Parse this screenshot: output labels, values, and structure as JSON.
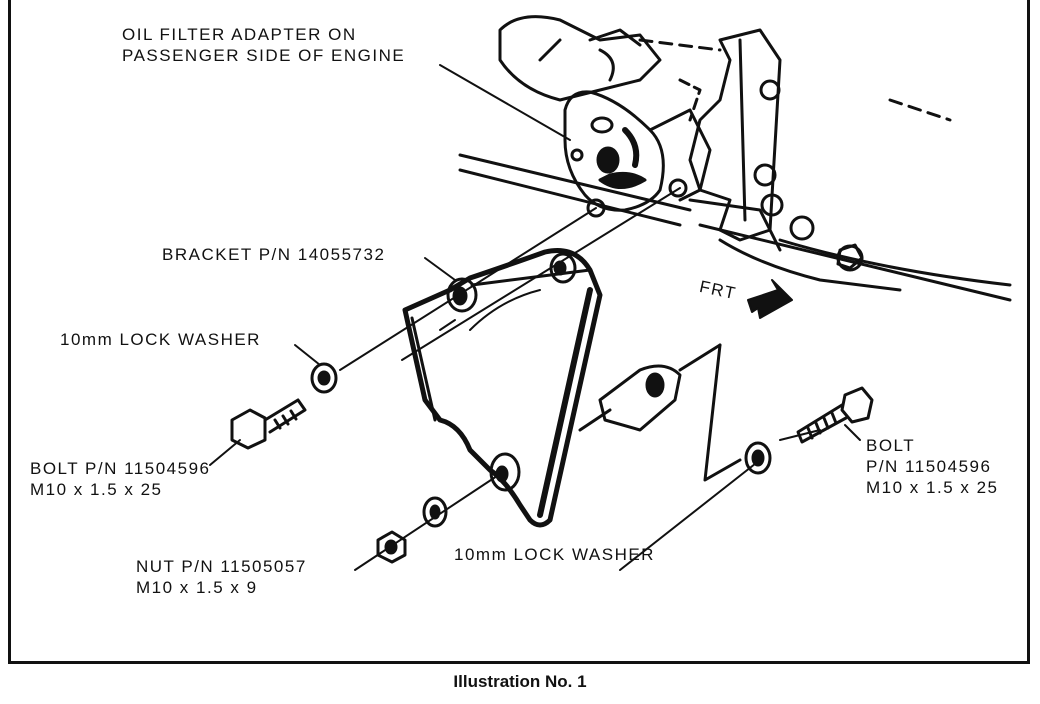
{
  "labels": {
    "oil_filter_adapter": [
      "OIL FILTER ADAPTER ON",
      "PASSENGER SIDE OF ENGINE"
    ],
    "bracket": "BRACKET P/N 14055732",
    "lock_washer_upper": "10mm LOCK WASHER",
    "bolt_left": [
      "BOLT P/N 11504596",
      "M10 x 1.5 x 25"
    ],
    "nut": [
      "NUT P/N 11505057",
      "M10 x 1.5 x 9"
    ],
    "lock_washer_lower": "10mm LOCK WASHER",
    "bolt_right": [
      "BOLT",
      "P/N 11504596",
      "M10 x 1.5 x 25"
    ],
    "front_arrow": "FRT"
  },
  "caption": "Illustration No. 1"
}
